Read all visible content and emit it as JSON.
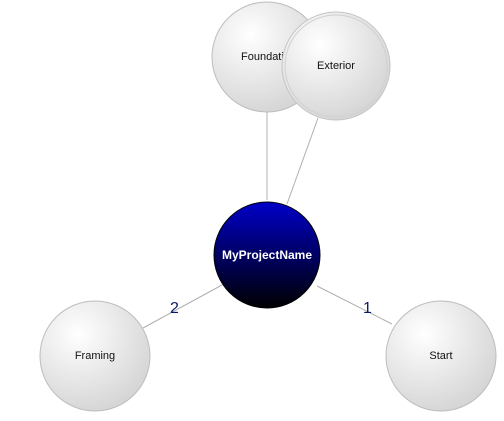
{
  "center": {
    "label": "MyProjectName"
  },
  "nodes": [
    {
      "id": "foundation",
      "label": "Foundation"
    },
    {
      "id": "exterior",
      "label": "Exterior"
    },
    {
      "id": "framing",
      "label": "Framing"
    },
    {
      "id": "start",
      "label": "Start"
    }
  ],
  "edge_labels": {
    "framing": "2",
    "start": "1"
  },
  "colors": {
    "center_top": "#0000c8",
    "center_bottom": "#000000",
    "node_light": "#ffffff",
    "node_dark": "#d4d4d4",
    "node_stroke": "#bdbdbd",
    "edge": "#b0b0b0",
    "edge_label": "#0a1a66"
  }
}
